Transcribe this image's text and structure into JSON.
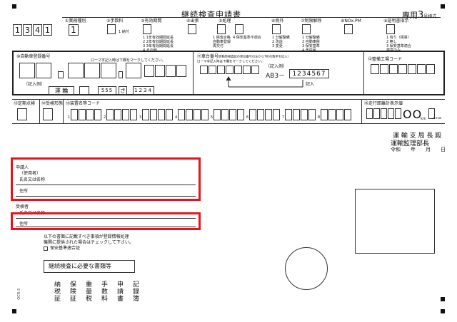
{
  "header": {
    "code_digits": [
      "1",
      "3",
      "4",
      "1"
    ],
    "title": "継続検査申請書",
    "form_type_main": "専用",
    "form_type_num": "3",
    "form_type_suffix": "号様式"
  },
  "top_fields": {
    "f1": {
      "label": "①業務種別",
      "value": "1"
    },
    "f2": {
      "label": "②手数料",
      "note": "1 納付"
    },
    "f3": {
      "label": "③有効期間",
      "opts": [
        "1 1年有効期間延長",
        "2 2年有効期間延長",
        "3 3年有効期間延長",
        "4 その他"
      ]
    },
    "f4": {
      "label": "④出張"
    },
    "f5": {
      "label": "⑤処理",
      "opts": [
        "1 検査合格",
        "4 保安基準不適合",
        "自動車登録",
        "再交付"
      ]
    },
    "f6": {
      "label": "⑥例外",
      "opts": [
        "1 分解整備",
        "2 改造",
        "3 変更"
      ]
    },
    "f7": {
      "label": "⑦制限解除",
      "opts": [
        "1 分解整備",
        "2 自動車税",
        "3 保安基準",
        "4 改造届"
      ]
    },
    "f8": {
      "label": "⑧NOx.PM"
    },
    "f9": {
      "label": "⑨証明書指示",
      "opts": [
        "1 有り（標章）",
        "2 無し",
        "3 保安基準適合",
        "標章のみ"
      ]
    }
  },
  "reg": {
    "label": "⑩自動車登録番号",
    "hint": "ローマ字記入時は下欄をマークしてください。",
    "example_label": "（記入例）",
    "example_place": "運 輪",
    "example_class": "555",
    "example_kana": "さ",
    "example_number": "1234"
  },
  "chassis": {
    "label": "⑪車台番号",
    "note": "（自動車検査証の車台番号の左から7桁の数字を記入）",
    "hint": "ローマ字記入時は下欄をマークしてください。",
    "example_label": "（記入例）",
    "example_prefix": "AB3－",
    "example_value": "1234567",
    "entry_label": "記入"
  },
  "factory": {
    "label": "⑫整備工場コード"
  },
  "row3": {
    "r1": "⑬定期点検",
    "r2": "⑭受検形態",
    "r3": "⑮装置名等コード",
    "r3_nums": [
      "1",
      "2",
      "3",
      "4",
      "5",
      "6",
      "7",
      "8"
    ],
    "r4": "⑯走行距離計表示値",
    "km": "km",
    "mile": "2 mile"
  },
  "addressee": {
    "line1": "運 輸 支 局 長 殿",
    "line2": "運輸監理部長",
    "date": "令和　　年　　月　　日"
  },
  "applicant": {
    "label": "申請人",
    "sub": "（使用者）",
    "name_label": "氏名又は名称",
    "address_label": "住所"
  },
  "examinee": {
    "label": "受検者",
    "name_label": "氏名又は名称",
    "address_label": "住所"
  },
  "notice": {
    "line1": "以下の書面に記載すべき事項が登録情報処理",
    "line2": "機関に提供された場合はチェックして下さい。",
    "checkbox_label": "保安基準適合証"
  },
  "docs": {
    "title": "継続検査に必要な書類等",
    "columns": [
      "納税証",
      "保険証",
      "重量税",
      "手数料",
      "申請書",
      "記録簿"
    ]
  },
  "side_code": "OCR-3"
}
